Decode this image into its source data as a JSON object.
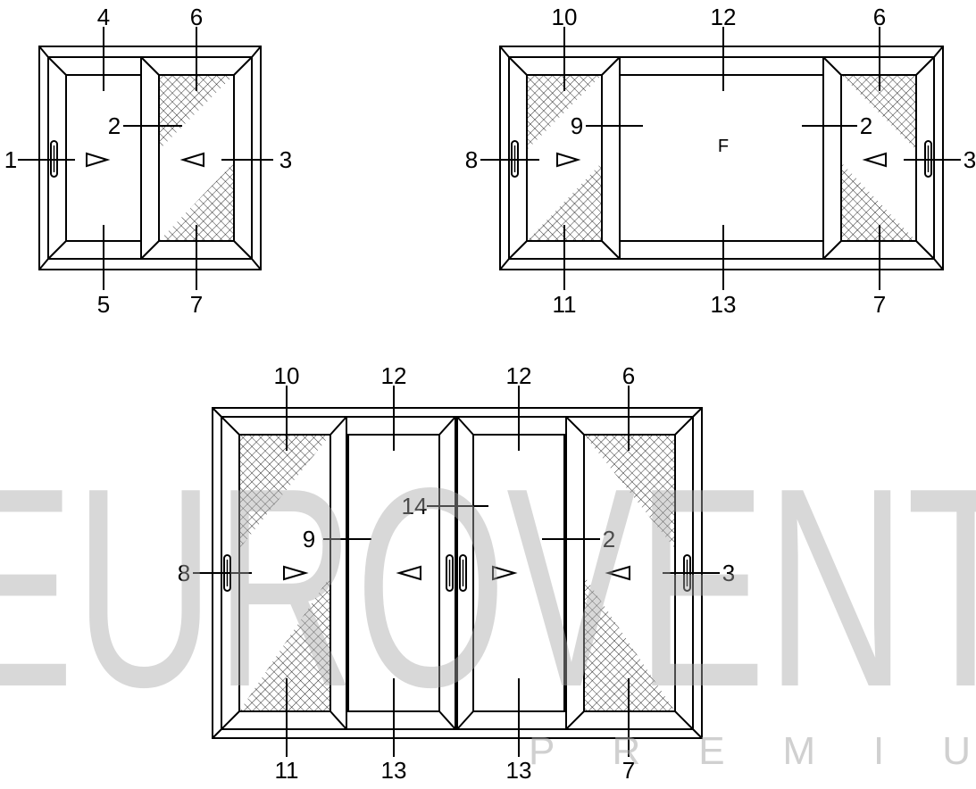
{
  "colors": {
    "line": "#000000",
    "watermark": "#a9a9a9",
    "background": "#ffffff"
  },
  "icons": {
    "handle": "handle-icon",
    "arrow_right": "arrow-right-icon",
    "arrow_left": "arrow-left-icon",
    "mesh": "mesh-pattern"
  },
  "watermark": {
    "brand": "EUROVENT",
    "sub": "P R E M I U"
  },
  "diagram_a": {
    "labels": {
      "n1": "1",
      "n2": "2",
      "n3": "3",
      "n4": "4",
      "n5": "5",
      "n6": "6",
      "n7": "7"
    }
  },
  "diagram_b": {
    "labels": {
      "n2": "2",
      "n3": "3",
      "n6": "6",
      "n7": "7",
      "n8": "8",
      "n9": "9",
      "n10": "10",
      "n11": "11",
      "n12": "12",
      "n13": "13",
      "fixed": "F"
    }
  },
  "diagram_c": {
    "labels": {
      "n2": "2",
      "n3": "3",
      "n6": "6",
      "n7": "7",
      "n8": "8",
      "n9": "9",
      "n10": "10",
      "n11": "11",
      "n12a": "12",
      "n12b": "12",
      "n13a": "13",
      "n13b": "13",
      "n14": "14"
    }
  }
}
